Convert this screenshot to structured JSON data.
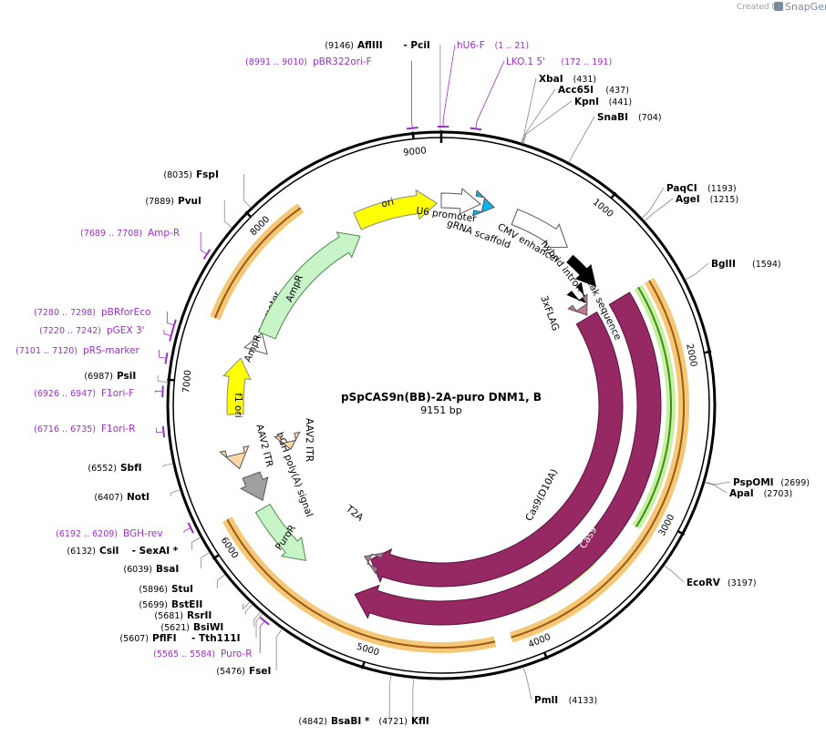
{
  "map": {
    "title": "pSpCAS9n(BB)-2A-puro DNM1, B",
    "subtitle": "9151 bp",
    "total_bp": 9151
  },
  "watermark": {
    "created_by": "Created by",
    "brand": "SnapGene"
  },
  "ticks": [
    {
      "bp": 1000,
      "label": "1000"
    },
    {
      "bp": 2000,
      "label": "2000"
    },
    {
      "bp": 3000,
      "label": "3000"
    },
    {
      "bp": 4000,
      "label": "4000"
    },
    {
      "bp": 5000,
      "label": "5000"
    },
    {
      "bp": 6000,
      "label": "6000"
    },
    {
      "bp": 7000,
      "label": "7000"
    },
    {
      "bp": 8000,
      "label": "8000"
    },
    {
      "bp": 9000,
      "label": "9000"
    }
  ],
  "sites": [
    {
      "id": "afliii",
      "name": "AflIII",
      "name2": "PciI",
      "pos": "(9146)",
      "bp": 9146
    },
    {
      "id": "xbai",
      "name": "XbaI",
      "pos": "(431)",
      "bp": 431
    },
    {
      "id": "acc65i",
      "name": "Acc65I",
      "pos": "(437)",
      "bp": 437
    },
    {
      "id": "kpni",
      "name": "KpnI",
      "pos": "(441)",
      "bp": 441
    },
    {
      "id": "snabi",
      "name": "SnaBI",
      "pos": "(704)",
      "bp": 704
    },
    {
      "id": "paqci",
      "name": "PaqCI",
      "pos": "(1193)",
      "bp": 1193
    },
    {
      "id": "agei",
      "name": "AgeI",
      "pos": "(1215)",
      "bp": 1215
    },
    {
      "id": "bglii",
      "name": "BglII",
      "pos": "(1594)",
      "bp": 1594
    },
    {
      "id": "pspomi",
      "name": "PspOMI",
      "pos": "(2699)",
      "bp": 2699
    },
    {
      "id": "apai",
      "name": "ApaI",
      "pos": "(2703)",
      "bp": 2703
    },
    {
      "id": "ecorv",
      "name": "EcoRV",
      "pos": "(3197)",
      "bp": 3197
    },
    {
      "id": "pmli",
      "name": "PmlI",
      "pos": "(4133)",
      "bp": 4133
    },
    {
      "id": "kfli",
      "name": "KflI",
      "pos": "(4721)",
      "bp": 4721
    },
    {
      "id": "bsabi",
      "name": "BsaBI *",
      "pos": "(4842)",
      "bp": 4842
    },
    {
      "id": "fsei",
      "name": "FseI",
      "pos": "(5476)",
      "bp": 5476
    },
    {
      "id": "pflfi",
      "name": "PflFI",
      "name2": "Tth111I",
      "pos": "(5607)",
      "bp": 5607
    },
    {
      "id": "bsiwi",
      "name": "BsiWI",
      "pos": "(5621)",
      "bp": 5621
    },
    {
      "id": "rsrii",
      "name": "RsrII",
      "pos": "(5681)",
      "bp": 5681
    },
    {
      "id": "bsteii",
      "name": "BstEII",
      "pos": "(5699)",
      "bp": 5699
    },
    {
      "id": "stui",
      "name": "StuI",
      "pos": "(5896)",
      "bp": 5896
    },
    {
      "id": "bsai",
      "name": "BsaI",
      "pos": "(6039)",
      "bp": 6039
    },
    {
      "id": "csii",
      "name": "CsiI",
      "name2": "SexAI *",
      "pos": "(6132)",
      "bp": 6132
    },
    {
      "id": "noti",
      "name": "NotI",
      "pos": "(6407)",
      "bp": 6407
    },
    {
      "id": "sbfi",
      "name": "SbfI",
      "pos": "(6552)",
      "bp": 6552
    },
    {
      "id": "psii",
      "name": "PsiI",
      "pos": "(6987)",
      "bp": 6987
    },
    {
      "id": "pvui",
      "name": "PvuI",
      "pos": "(7889)",
      "bp": 7889
    },
    {
      "id": "fspi",
      "name": "FspI",
      "pos": "(8035)",
      "bp": 8035
    }
  ],
  "primers": [
    {
      "id": "hu6f",
      "name": "hU6-F",
      "pos": "(1 .. 21)",
      "bp": 10
    },
    {
      "id": "lko1",
      "name": "LKO.1 5'",
      "pos": "(172 .. 191)",
      "bp": 181
    },
    {
      "id": "pbr322ori",
      "name": "pBR322ori-F",
      "pos": "(8991 .. 9010)",
      "bp": 9000
    },
    {
      "id": "ampr",
      "name": "Amp-R",
      "pos": "(7689 .. 7708)",
      "bp": 7698
    },
    {
      "id": "pbrforeco",
      "name": "pBRforEco",
      "pos": "(7280 .. 7298)",
      "bp": 7289
    },
    {
      "id": "pgex3",
      "name": "pGEX 3'",
      "pos": "(7220 .. 7242)",
      "bp": 7231
    },
    {
      "id": "prsmarker",
      "name": "pRS-marker",
      "pos": "(7101 .. 7120)",
      "bp": 7110
    },
    {
      "id": "f1orif",
      "name": "F1ori-F",
      "pos": "(6926 .. 6947)",
      "bp": 6936
    },
    {
      "id": "f1orir",
      "name": "F1ori-R",
      "pos": "(6716 .. 6735)",
      "bp": 6725
    },
    {
      "id": "bghrev",
      "name": "BGH-rev",
      "pos": "(6192 .. 6209)",
      "bp": 6200
    },
    {
      "id": "puror",
      "name": "Puro-R",
      "pos": "(5565 .. 5584)",
      "bp": 5574
    }
  ],
  "features": [
    {
      "id": "ori",
      "label": "ori",
      "color": "#ffff00"
    },
    {
      "id": "u6-promoter",
      "label": "U6 promoter",
      "color": "#ffffff"
    },
    {
      "id": "grna-scaffold",
      "label": "gRNA scaffold",
      "color": "#00b8f0"
    },
    {
      "id": "cmv-enhancer",
      "label": "CMV enhancer",
      "color": "#ffffff"
    },
    {
      "id": "hybrid-intron",
      "label": "hybrid intron",
      "color": "#000000"
    },
    {
      "id": "kozak",
      "label": "Kozak sequence",
      "color": "#000000"
    },
    {
      "id": "3xflag",
      "label": "3xFLAG",
      "color": "#c07896"
    },
    {
      "id": "cas9d10a",
      "label": "Cas9(D10A)",
      "color": "#962864"
    },
    {
      "id": "cas9-primer",
      "label": "Cas9",
      "color": "#962864"
    },
    {
      "id": "t2a",
      "label": "T2A",
      "color": "#c07896"
    },
    {
      "id": "puror-feat",
      "label": "PuroR",
      "color": "#c8f5c8"
    },
    {
      "id": "bgh",
      "label": "bGH poly(A) signal",
      "color": "#a0a0a0"
    },
    {
      "id": "aav2-itr-1",
      "label": "AAV2 ITR",
      "color": "#ffd7a8"
    },
    {
      "id": "aav2-itr-2",
      "label": "AAV2 ITR",
      "color": "#ffd7a8"
    },
    {
      "id": "f1-ori",
      "label": "f1 ori",
      "color": "#ffff00"
    },
    {
      "id": "ampr-promoter",
      "label": "AmpR promoter",
      "color": "#ffffff"
    },
    {
      "id": "ampr-feat",
      "label": "AmpR",
      "color": "#c8f5c8"
    }
  ]
}
